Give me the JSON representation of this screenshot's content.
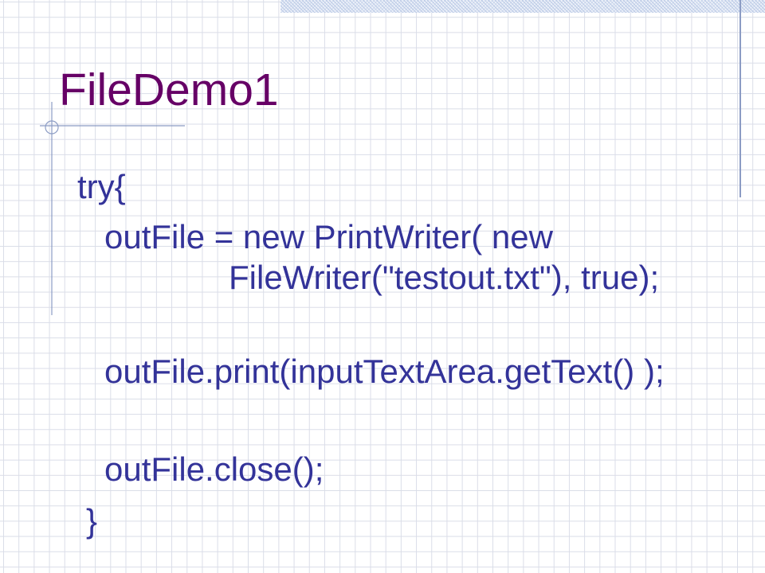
{
  "slide": {
    "title": "FileDemo1",
    "code_lines": [
      "try{",
      "outFile = new PrintWriter( new",
      "FileWriter(\"testout.txt\"), true);",
      "outFile.print(inputTextArea.getText() );",
      "outFile.close();",
      "}"
    ]
  },
  "theme": {
    "title_color": "#660066",
    "text_color": "#333399",
    "grid_color": "#dadde8",
    "accent_line_color": "#8c9cc4"
  }
}
